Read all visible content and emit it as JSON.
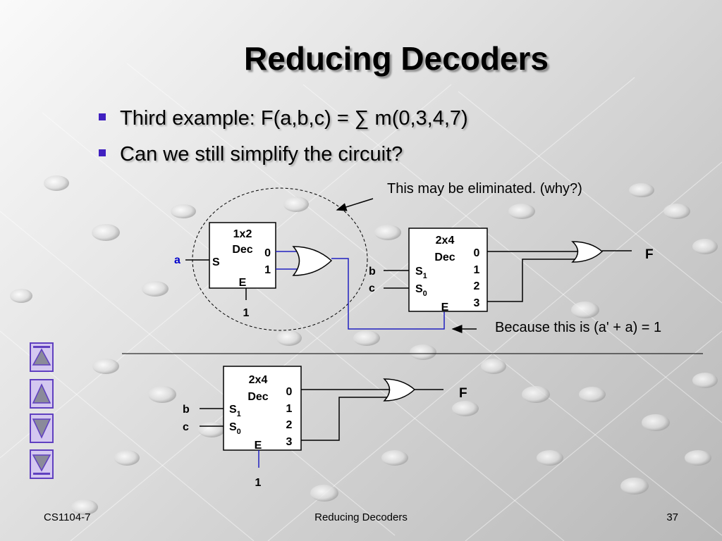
{
  "slide": {
    "title": "Reducing Decoders",
    "bullets": [
      "Third example: F(a,b,c) = ∑ m(0,3,4,7)",
      "Can we still simplify the circuit?"
    ],
    "annotation_eliminate": "This may be eliminated. (why?)",
    "annotation_because": "Because this is (a' + a) = 1"
  },
  "diagram_top": {
    "dec1": {
      "name": "1x2",
      "sub": "Dec",
      "out0": "0",
      "out1": "1",
      "sel": "S",
      "en": "E",
      "en_value": "1",
      "input": "a"
    },
    "dec2": {
      "name": "2x4",
      "sub": "Dec",
      "outs": [
        "0",
        "1",
        "2",
        "3"
      ],
      "s1": "S",
      "s1_sub": "1",
      "s0": "S",
      "s0_sub": "0",
      "en": "E",
      "in_b": "b",
      "in_c": "c"
    },
    "output": "F"
  },
  "diagram_bottom": {
    "dec": {
      "name": "2x4",
      "sub": "Dec",
      "outs": [
        "0",
        "1",
        "2",
        "3"
      ],
      "s1": "S",
      "s1_sub": "1",
      "s0": "S",
      "s0_sub": "0",
      "en": "E",
      "en_value": "1",
      "in_b": "b",
      "in_c": "c"
    },
    "output": "F"
  },
  "nav": {
    "icons": [
      "first-slide-icon",
      "previous-slide-icon",
      "next-slide-icon",
      "last-slide-icon"
    ],
    "color": "#6040c0"
  },
  "footer": {
    "left": "CS1104-7",
    "center": "Reducing Decoders",
    "page": "37"
  },
  "colors": {
    "bullet": "#4020c0",
    "wire_highlight": "#2020c0",
    "input_a": "#0000cc"
  }
}
